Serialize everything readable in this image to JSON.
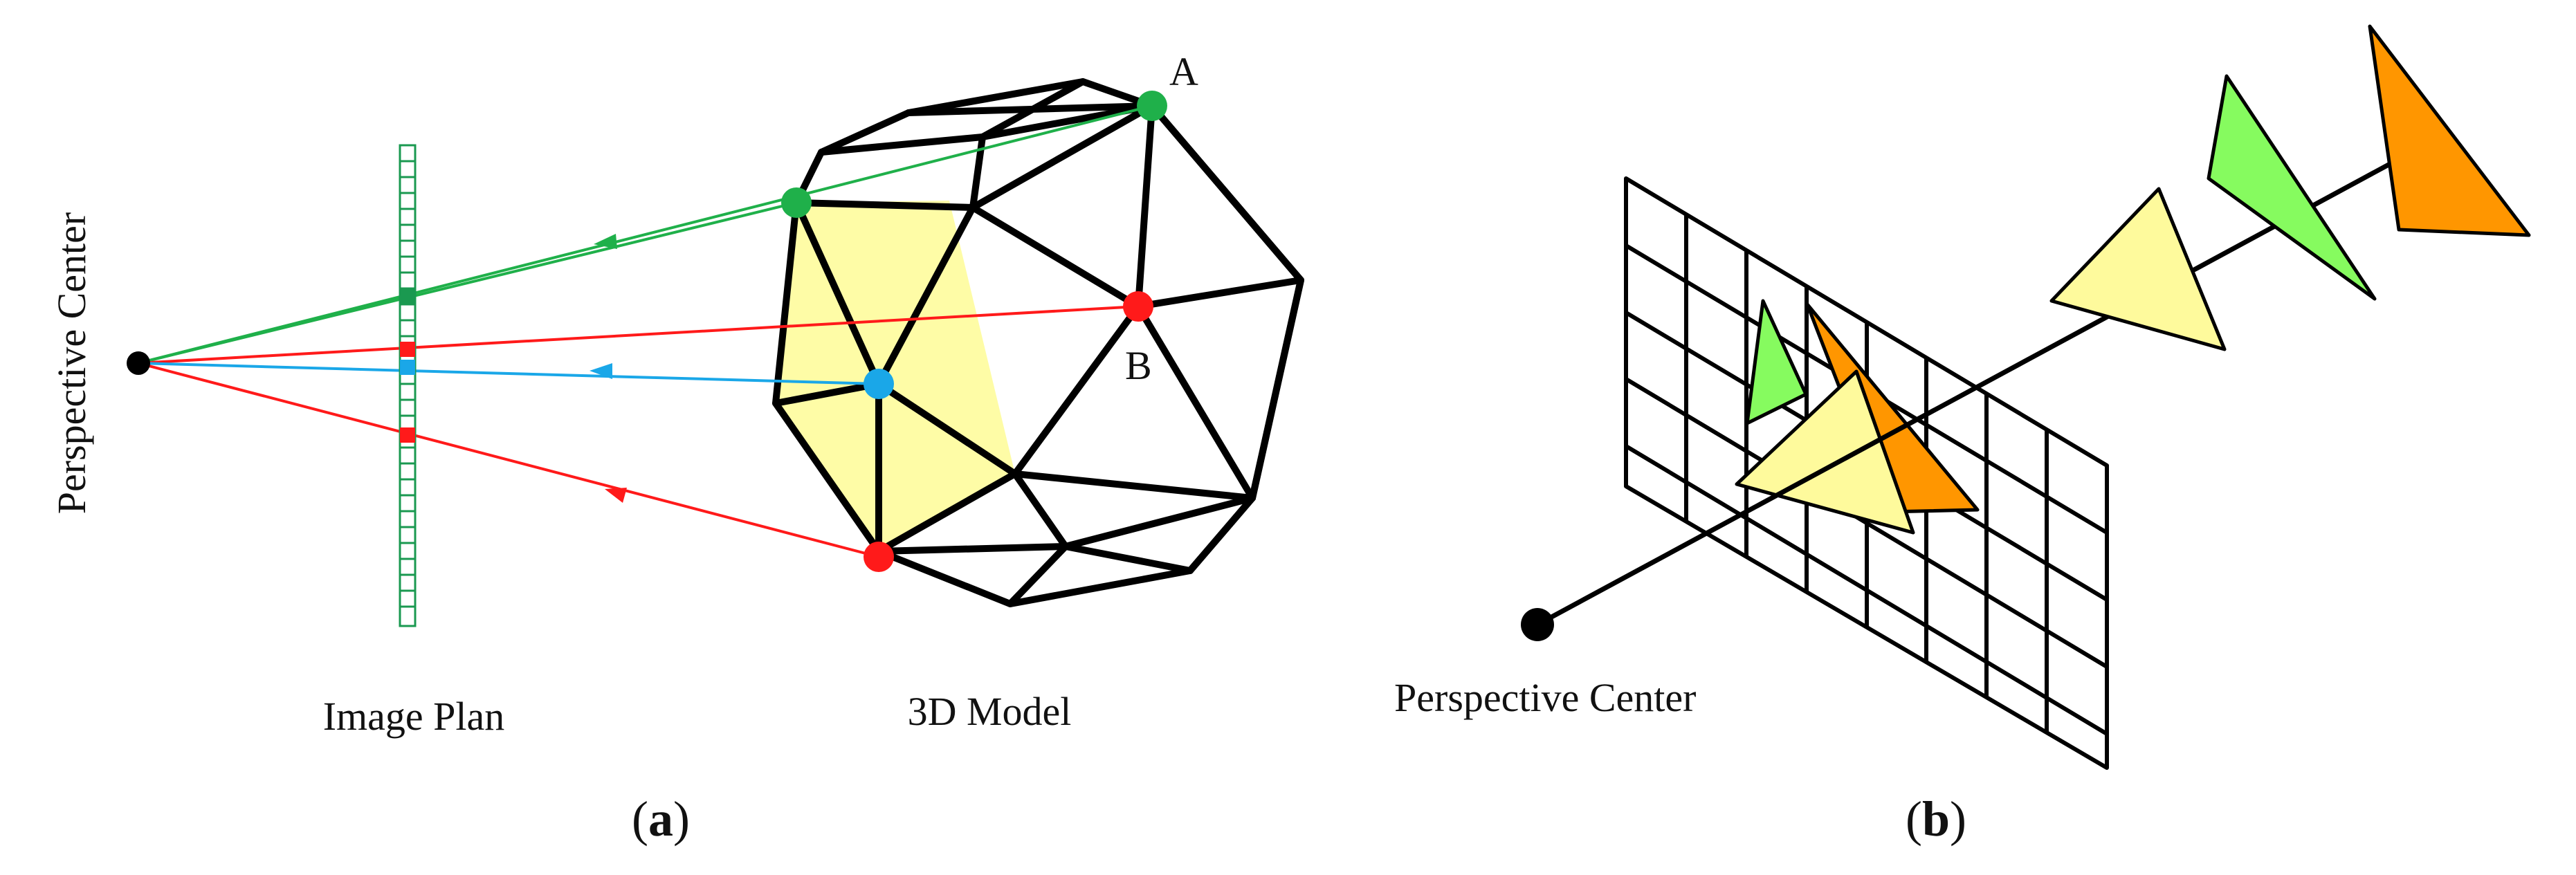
{
  "panel_a": {
    "vertical_label": "Perspective Center",
    "image_plane_label": "Image Plan",
    "model_label": "3D Model",
    "point_a": "A",
    "point_b": "B",
    "caption_open": "(",
    "caption_letter": "a",
    "caption_close": ")"
  },
  "panel_b": {
    "center_label": "Perspective Center",
    "caption_open": "(",
    "caption_letter": "b",
    "caption_close": ")"
  },
  "colors": {
    "green": "#1fb04a",
    "red": "#ff1a1a",
    "blue": "#1aa7e8",
    "face_yellow": "#fefca6",
    "tri_yellow": "#fefa9c",
    "tri_green": "#86fb5f",
    "tri_orange": "#ff9600",
    "pixel_green": "#1a9950"
  }
}
